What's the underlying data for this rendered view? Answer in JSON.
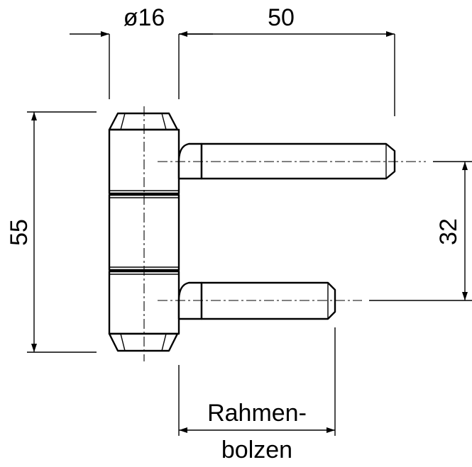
{
  "dimensions": {
    "diameter": "ø16",
    "pin_length": "50",
    "total_height": "55",
    "pin_spacing": "32"
  },
  "label": {
    "line1": "Rahmen-",
    "line2": "bolzen"
  }
}
